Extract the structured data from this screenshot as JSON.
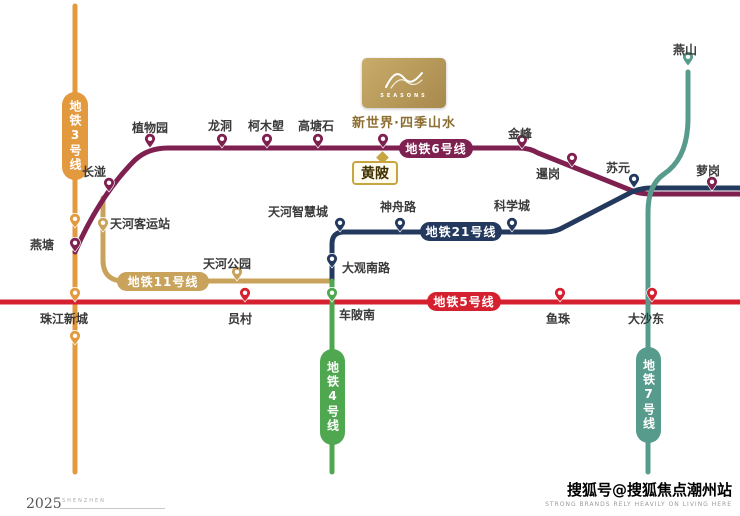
{
  "logo": {
    "brand": "新世界·四季山水",
    "mark": "SEASONS"
  },
  "lines": {
    "line3": {
      "label": "地铁3号线",
      "color": "#E39A3F"
    },
    "line4": {
      "label": "地铁4号线",
      "color": "#4FA84F"
    },
    "line5": {
      "label": "地铁5号线",
      "color": "#D5202F"
    },
    "line6": {
      "label": "地铁6号线",
      "color": "#7E2150"
    },
    "line7": {
      "label": "地铁7号线",
      "color": "#569B8C"
    },
    "line11": {
      "label": "地铁11号线",
      "color": "#C9A35C"
    },
    "line21": {
      "label": "地铁21号线",
      "color": "#24395E"
    }
  },
  "stations": {
    "yanshan": "燕山",
    "zhiwuyuan": "植物园",
    "longdong": "龙洞",
    "kemulang": "柯木塱",
    "gaotangshi": "高塘石",
    "huangpi": "黄陂",
    "jinfeng": "金峰",
    "xiangang": "暹岗",
    "suyuan": "苏元",
    "luogang": "萝岗",
    "changban": "长湴",
    "yantang": "燕塘",
    "tianhekeyunzhan": "天河客运站",
    "tianhezhihuicheng": "天河智慧城",
    "shenzhoulu": "神舟路",
    "kexuecheng": "科学城",
    "tianhegongyuan": "天河公园",
    "daguannanlu": "大观南路",
    "chebeinan": "车陂南",
    "zhujiangxincheng": "珠江新城",
    "yuancun": "员村",
    "yuzhu": "鱼珠",
    "dashadong": "大沙东"
  },
  "accents": {
    "gold": "#C9A542",
    "logo_gold_light": "#C9AC6B",
    "logo_gold_dark": "#A8894C"
  },
  "footer": {
    "year": "2025",
    "note": "SHENZHEN"
  },
  "watermark": {
    "text": "搜狐号@搜狐焦点潮州站",
    "subtext": "STRONG BRANDS RELY HEAVILY ON LIVING HERE"
  }
}
